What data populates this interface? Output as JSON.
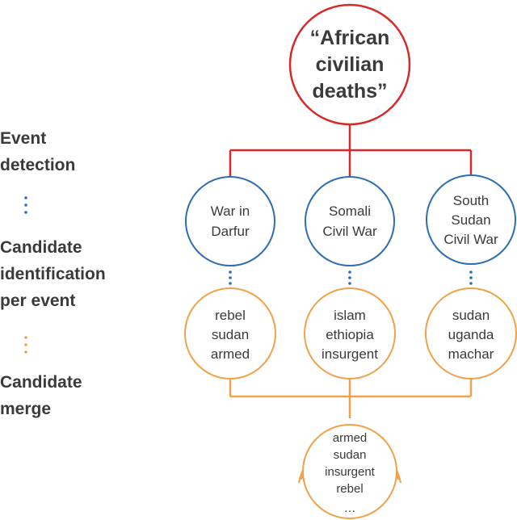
{
  "colors": {
    "red": "#d52b2b",
    "blue": "#2e6db3",
    "orange": "#f0a24b",
    "text": "#3a3a3a"
  },
  "left_labels": {
    "event_detection": [
      "Event",
      "detection"
    ],
    "candidate_identification": [
      "Candidate",
      "identification",
      "per event"
    ],
    "candidate_merge": [
      "Candidate",
      "merge"
    ]
  },
  "root": {
    "lines": [
      "“African",
      "civilian",
      "deaths”"
    ]
  },
  "events": [
    {
      "lines": [
        "War in",
        "Darfur"
      ],
      "candidates": [
        "rebel",
        "sudan",
        "armed"
      ]
    },
    {
      "lines": [
        "Somali",
        "Civil War"
      ],
      "candidates": [
        "islam",
        "ethiopia",
        "insurgent"
      ]
    },
    {
      "lines": [
        "South",
        "Sudan",
        "Civil War"
      ],
      "candidates": [
        "sudan",
        "uganda",
        "machar"
      ]
    }
  ],
  "merged": {
    "lines": [
      "armed",
      "sudan",
      "insurgent",
      "rebel",
      "…"
    ]
  }
}
